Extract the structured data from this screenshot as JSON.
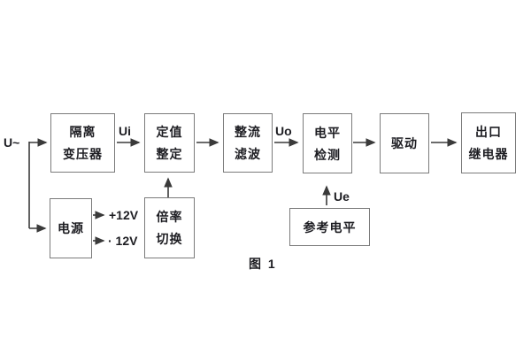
{
  "diagram": {
    "caption": "图 1",
    "source_label": "U~",
    "signal_labels": {
      "ui": "Ui",
      "uo": "Uo",
      "ue": "Ue"
    },
    "power_rails": {
      "positive": "+12V",
      "negative": "· 12V"
    },
    "blocks": {
      "isolation_transformer": {
        "line1": "隔离",
        "line2": "变压器"
      },
      "setting_adjust": {
        "line1": "定值",
        "line2": "整定"
      },
      "rectifier_filter": {
        "line1": "整流",
        "line2": "滤波"
      },
      "level_detection": {
        "line1": "电平",
        "line2": "检测"
      },
      "drive": {
        "label": "驱动"
      },
      "output_relay": {
        "line1": "出口",
        "line2": "继电器"
      },
      "power_supply": {
        "label": "电源"
      },
      "ratio_switch": {
        "line1": "倍率",
        "line2": "切换"
      },
      "reference_level": {
        "label": "参考电平"
      }
    },
    "colors": {
      "background": "#ffffff",
      "box_border": "#7b7b7b",
      "connector": "#3a3a3a",
      "text": "#1d1d22"
    }
  }
}
